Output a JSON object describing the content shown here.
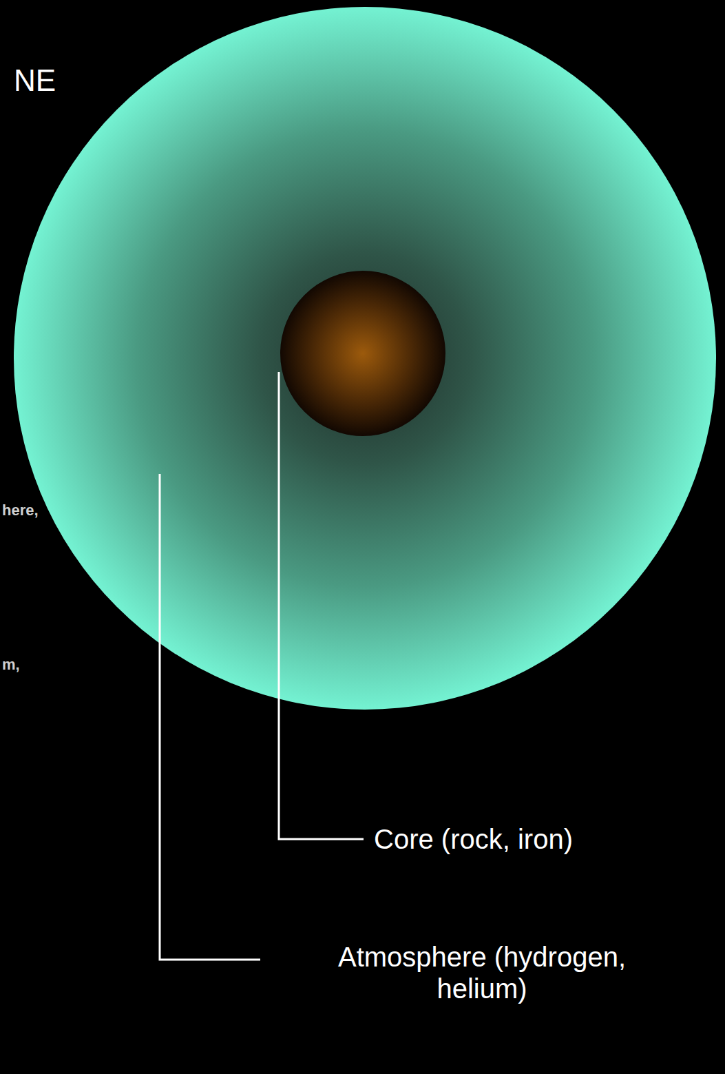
{
  "diagram": {
    "labels": [
      "NE",
      "here,",
      "m,",
      "Core (rock, iron)",
      "Atmosphere (hydrogen, helium)"
    ]
  }
}
